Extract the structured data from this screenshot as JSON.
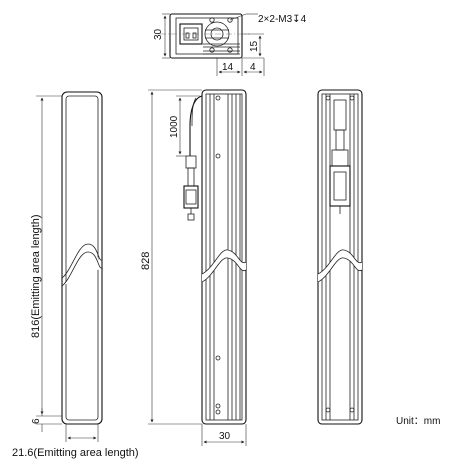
{
  "labels": {
    "top_thread": "2×2-M3↧4",
    "top_height": "30",
    "top_right_dim": "15",
    "top_bottom_left": "14",
    "top_bottom_right": "4",
    "cable_length": "1000",
    "overall_length": "828",
    "emitting_length_vertical": "816(Emitting area length)",
    "end_margin": "6",
    "emitting_width": "21.6(Emitting area length)",
    "side_width": "30",
    "unit": "Unit：mm"
  }
}
